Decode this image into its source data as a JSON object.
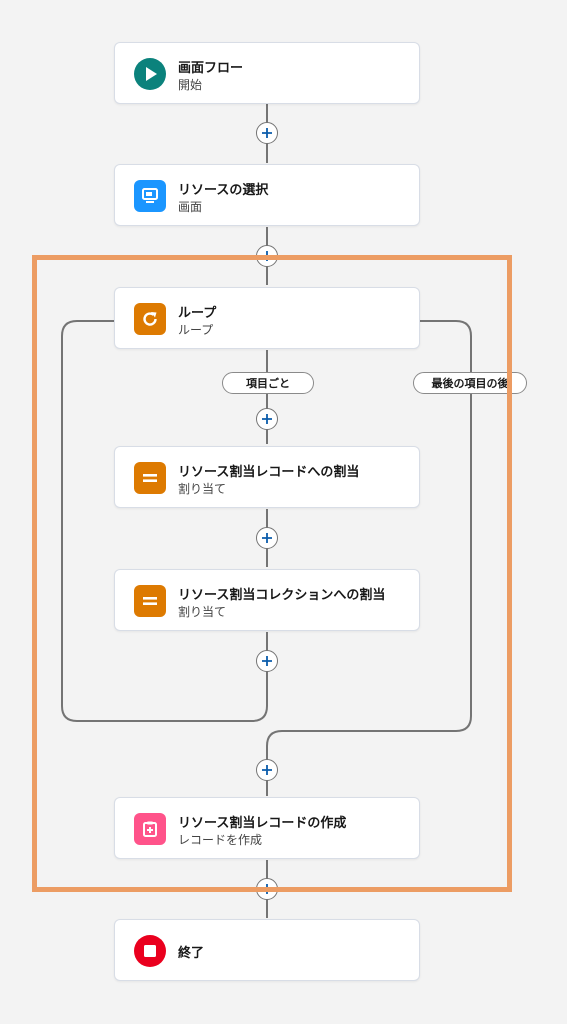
{
  "flow": {
    "start": {
      "title": "画面フロー",
      "subtitle": "開始",
      "icon": "play-icon",
      "color": "#0b827c"
    },
    "screen": {
      "title": "リソースの選択",
      "subtitle": "画面",
      "icon": "screen-icon",
      "color": "#1b96ff"
    },
    "loop": {
      "title": "ループ",
      "subtitle": "ループ",
      "icon": "loop-icon",
      "color": "#dd7a01"
    },
    "assign1": {
      "title": "リソース割当レコードへの割当",
      "subtitle": "割り当て",
      "icon": "assignment-icon",
      "color": "#dd7a01"
    },
    "assign2": {
      "title": "リソース割当コレクションへの割当",
      "subtitle": "割り当て",
      "icon": "assignment-icon",
      "color": "#dd7a01"
    },
    "create": {
      "title": "リソース割当レコードの作成",
      "subtitle": "レコードを作成",
      "icon": "create-record-icon",
      "color": "#ff538a"
    },
    "end": {
      "title": "終了",
      "icon": "stop-icon",
      "color": "#ea001e"
    }
  },
  "branches": {
    "for_each": "項目ごと",
    "after_last": "最後の項目の後"
  }
}
